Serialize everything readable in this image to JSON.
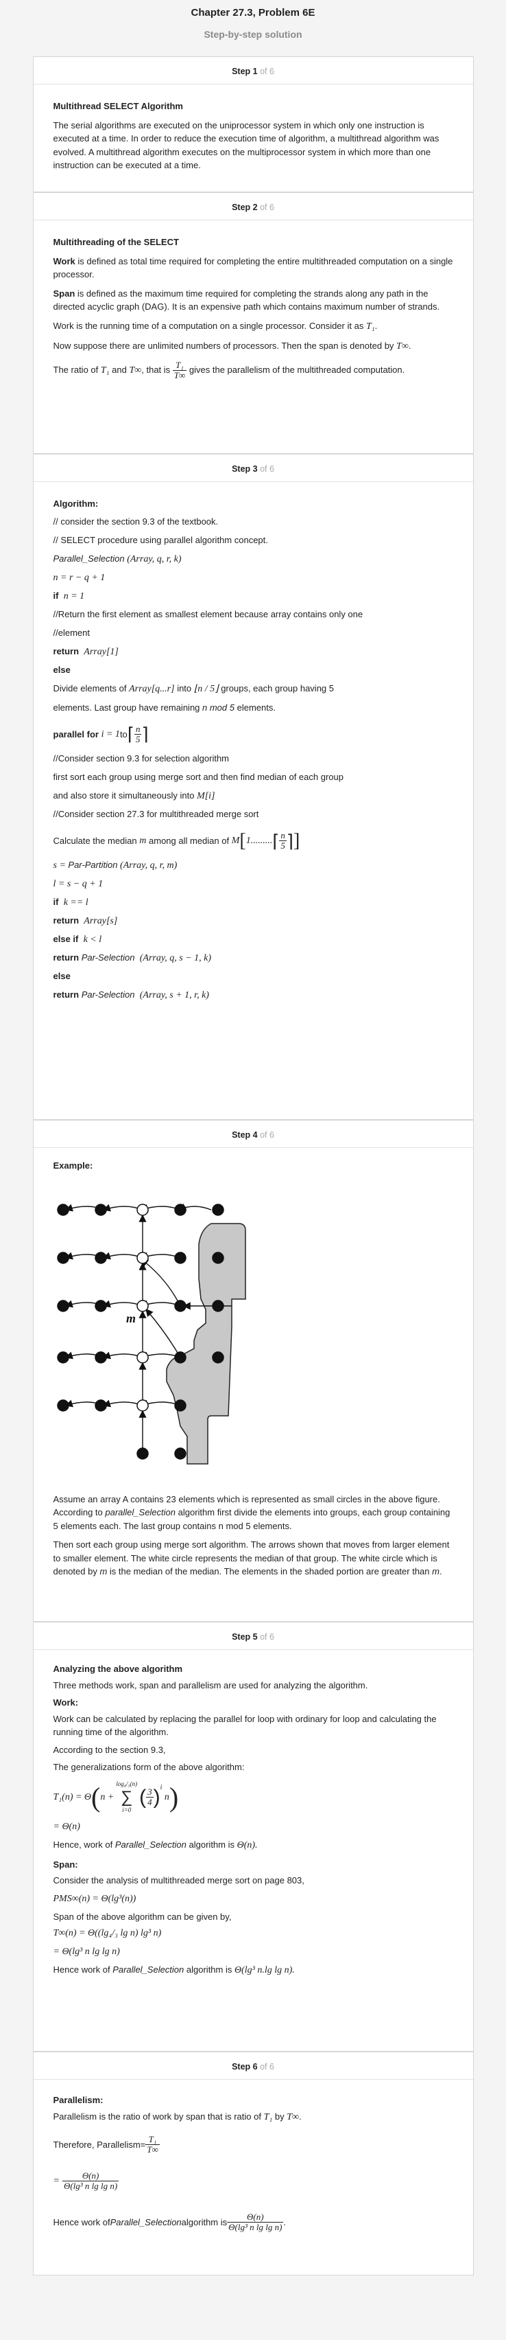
{
  "header": {
    "title": "Chapter 27.3, Problem 6E",
    "subtitle": "Step-by-step solution"
  },
  "of_label": "of 6",
  "step1": {
    "label": "Step 1",
    "heading": "Multithread SELECT Algorithm",
    "para": "The serial algorithms are executed on the uniprocessor system in which only one instruction is executed at a time. In order to reduce the execution time of algorithm, a multithread algorithm was evolved. A multithread algorithm executes on the multiprocessor system in which more than one instruction can be executed at a time."
  },
  "step2": {
    "label": "Step 2",
    "heading": "Multithreading of the SELECT",
    "work_term": "Work",
    "work_def": " is defined as total time required for completing the entire multithreaded computation on a single processor.",
    "span_term": "Span",
    "span_def": " is defined as the maximum time required for completing the strands along any path in the directed acyclic graph (DAG). It is an expensive path which contains maximum number of strands.",
    "work_running": "Work is the running time of a computation on a single processor. Consider it as ",
    "span_running": "Now suppose there are unlimited numbers of processors. Then the span is denoted by ",
    "ratio_a": "The ratio of ",
    "ratio_and": " and ",
    "ratio_that": ", that is ",
    "ratio_tail": " gives the parallelism of the multithreaded computation."
  },
  "step3": {
    "label": "Step 3",
    "heading": "Algorithm:",
    "c1": "// consider the section 9.3 of the textbook.",
    "c2": "// SELECT procedure using parallel algorithm concept.",
    "proc": "Parallel_Selection",
    "proc_args": "(Array, q, r, k)",
    "n_eq": "n = r − q + 1",
    "kw_if": "if",
    "n_one": "n = 1",
    "c3": "//Return the first element as smallest element because array contains only one",
    "c4": "//element",
    "kw_return": "return",
    "ret1": "Array[1]",
    "kw_else": "else",
    "divide_a": "Divide elements of ",
    "divide_arr": "Array[q...r]",
    "divide_b": " into ",
    "divide_floor": "⌊n / 5⌋",
    "divide_c": " groups, each group having 5",
    "elements_a": "elements. Last group have remaining ",
    "elements_mod": "n mod 5",
    "elements_b": " elements.",
    "parallel_for": "parallel for",
    "pf_i": "i = 1",
    "pf_to": " to ",
    "c5": "//Consider section 9.3 for selection algorithm",
    "sort_line": "first sort each group using merge sort and then find median of each group",
    "store_a": "and also store it simultaneously into ",
    "store_m": "M[i]",
    "c6": "//Consider section 27.3 for multithreaded merge sort",
    "median_a": "Calculate the median ",
    "median_m": "m",
    "median_b": " among all median of ",
    "median_M": "M",
    "median_range": "1.........",
    "s_eq": "s = ",
    "s_proc": "Par-Partition",
    "s_args": "(Array, q, r, m)",
    "l_eq": "l = s − q + 1",
    "k_eq": "k == l",
    "ret2": "Array[s]",
    "kw_elseif": "else if",
    "k_lt": "k < l",
    "ps": "Par-Selection",
    "ps_args1": "(Array, q, s − 1, k)",
    "ps_args2": "(Array, s + 1, r, k)"
  },
  "step4": {
    "label": "Step 4",
    "heading": "Example:",
    "diagram_m": "m",
    "p1_a": "Assume an array A contains 23 elements which is represented as small circles in the above figure. According to ",
    "p1_i": "parallel_Selection",
    "p1_b": " algorithm first divide the elements into groups, each group containing 5 elements each. The last group contains n mod 5 elements.",
    "p2_a": "Then sort each group using merge sort algorithm. The arrows shown that moves from larger element to smaller element. The white circle represents the median of that group. The white circle which is denoted by ",
    "p2_i": "m",
    "p2_b": " is the median of the median. The elements in the shaded portion are greater than ",
    "p2_i2": "m",
    "p2_c": "."
  },
  "step5": {
    "label": "Step 5",
    "heading": "Analyzing the above algorithm",
    "intro": "Three methods work, span and parallelism are used for analyzing the algorithm.",
    "work_h": "Work:",
    "work_p": "Work can be calculated by replacing the parallel for loop with ordinary for loop and calculating the running time of the algorithm.",
    "according": "According to the section 9.3,",
    "gen": "The generalizations form of the above algorithm:",
    "t1_lhs": "T₁(n) = Θ",
    "t1_sum_top": "log₄/₃(n)",
    "t1_sum_bot": "i=0",
    "t1_frac_num": "3",
    "t1_frac_den": "4",
    "t1_exp": "i",
    "eq_theta_n": "= Θ(n)",
    "hence_a": "Hence, work of ",
    "hence_i": "Parallel_Selection",
    "hence_b": " algorithm is ",
    "hence_val": "Θ(n).",
    "span_h": "Span:",
    "span_c": "Consider the analysis of multithreaded merge sort on page 803,",
    "pms": "PMS∞(n) = Θ(lg³(n))",
    "span_given": "Span of the above algorithm can be given by,",
    "tinf1": "T∞(n) = Θ((lg₄/₃ lg n) lg³ n)",
    "tinf2": "=  Θ(lg³ n lg lg n)",
    "hence2_a": "Hence work of ",
    "hence2_i": "Parallel_Selection",
    "hence2_b": " algorithm is ",
    "hence2_val": "Θ(lg³ n.lg lg n)."
  },
  "step6": {
    "label": "Step 6",
    "heading": "Parallelism:",
    "p1_a": "Parallelism is the ratio of work by span that is ratio of ",
    "p1_b": " by ",
    "p1_c": ".",
    "therefore": "Therefore, Parallelism= ",
    "frac2_num": "Θ(n)",
    "frac2_den": "Θ(lg³ n lg lg n)",
    "hence_a": "Hence work of ",
    "hence_i": "Parallel_Selection",
    "hence_b": " algorithm is "
  },
  "sym": {
    "T1": "T₁",
    "Tinf": "T∞",
    "eq": "=",
    "period": "."
  }
}
